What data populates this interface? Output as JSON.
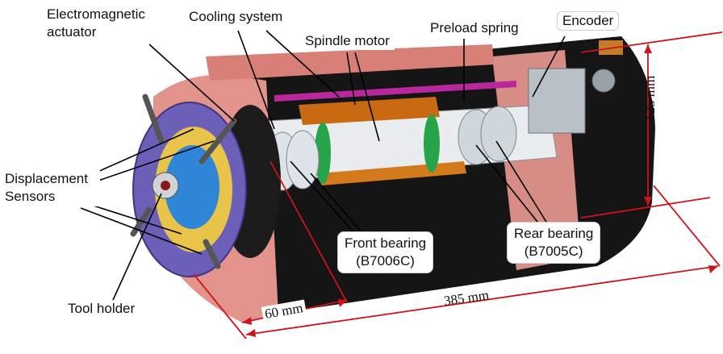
{
  "labels": {
    "electromagnetic_actuator": "Electromagnetic actuator",
    "cooling_system": "Cooling system",
    "spindle_motor": "Spindle motor",
    "preload_spring": "Preload spring",
    "encoder": "Encoder",
    "displacement_sensors": "Displacement Sensors",
    "tool_holder": "Tool holder",
    "front_bearing": "Front bearing",
    "front_bearing_code": "(B7006C)",
    "rear_bearing": "Rear bearing",
    "rear_bearing_code": "(B7005C)"
  },
  "dimensions": {
    "diameter": "125 mm",
    "front_length": "60 mm",
    "total_length": "385 mm"
  },
  "colors": {
    "housing_black": "#151515",
    "housing_salmon": "#e2938b",
    "motor_orange": "#c96a12",
    "dimension_red": "#d0121b",
    "sensor_blue": "#2f86d6",
    "actuator_violet": "#6b5fb8"
  }
}
